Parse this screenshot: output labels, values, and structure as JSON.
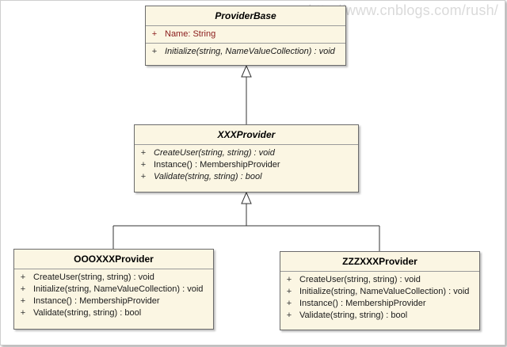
{
  "watermark": "http://www.cnblogs.com/rush/",
  "classes": {
    "provider_base": {
      "name": "ProviderBase",
      "attributes": [
        {
          "vis": "+",
          "text": "Name:  String"
        }
      ],
      "operations": [
        {
          "vis": "+",
          "text": "Initialize(string, NameValueCollection) : void"
        }
      ]
    },
    "xxx_provider": {
      "name": "XXXProvider",
      "operations": [
        {
          "vis": "+",
          "text": "CreateUser(string, string) : void"
        },
        {
          "vis": "+",
          "text": "Instance() : MembershipProvider"
        },
        {
          "vis": "+",
          "text": "Validate(string, string) : bool"
        }
      ]
    },
    "oooxxx_provider": {
      "name": "OOOXXXProvider",
      "operations": [
        {
          "vis": "+",
          "text": "CreateUser(string, string) : void"
        },
        {
          "vis": "+",
          "text": "Initialize(string, NameValueCollection) : void"
        },
        {
          "vis": "+",
          "text": "Instance() : MembershipProvider"
        },
        {
          "vis": "+",
          "text": "Validate(string, string) : bool"
        }
      ]
    },
    "zzzxxx_provider": {
      "name": "ZZZXXXProvider",
      "operations": [
        {
          "vis": "+",
          "text": "CreateUser(string, string) : void"
        },
        {
          "vis": "+",
          "text": "Initialize(string, NameValueCollection) : void"
        },
        {
          "vis": "+",
          "text": "Instance() : MembershipProvider"
        },
        {
          "vis": "+",
          "text": "Validate(string, string) : bool"
        }
      ]
    }
  }
}
